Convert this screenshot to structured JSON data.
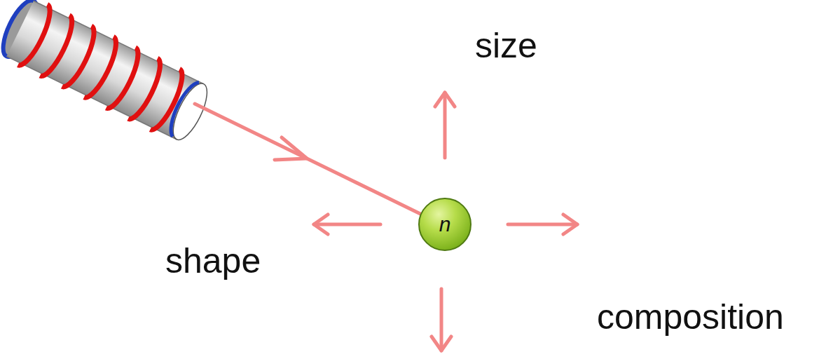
{
  "diagram": {
    "nodes": [
      {
        "text": [
          "n"
        ]
      }
    ],
    "labels": [
      "size",
      "shape",
      "composition"
    ]
  }
}
